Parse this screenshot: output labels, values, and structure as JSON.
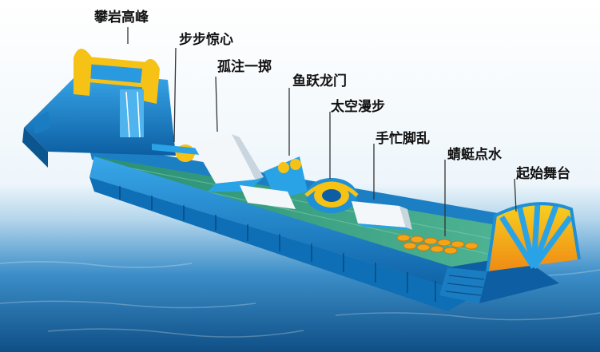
{
  "labels": {
    "climb": "攀岩高峰",
    "step_scare": "步步惊心",
    "all_in": "孤注一掷",
    "carp_leap": "鱼跃龙门",
    "space_walk": "太空漫步",
    "busy_feet": "手忙脚乱",
    "dragonfly": "蜻蜓点水",
    "dance_stage": "起始舞台"
  },
  "colors": {
    "sky_top": "#ffffff",
    "sea_light": "#9fcbe6",
    "sea_mid": "#3c8ec8",
    "sea_deep": "#0f4f86",
    "inflatable_blue": "#1f8fd6",
    "inflatable_blue_dark": "#0d5ea2",
    "accent_yellow": "#f6c215",
    "accent_orange": "#f08a14",
    "deck_green": "#2f9e77",
    "obstacle_white": "#f4f7fa",
    "label_text": "#111111",
    "leader_line": "#333333"
  }
}
